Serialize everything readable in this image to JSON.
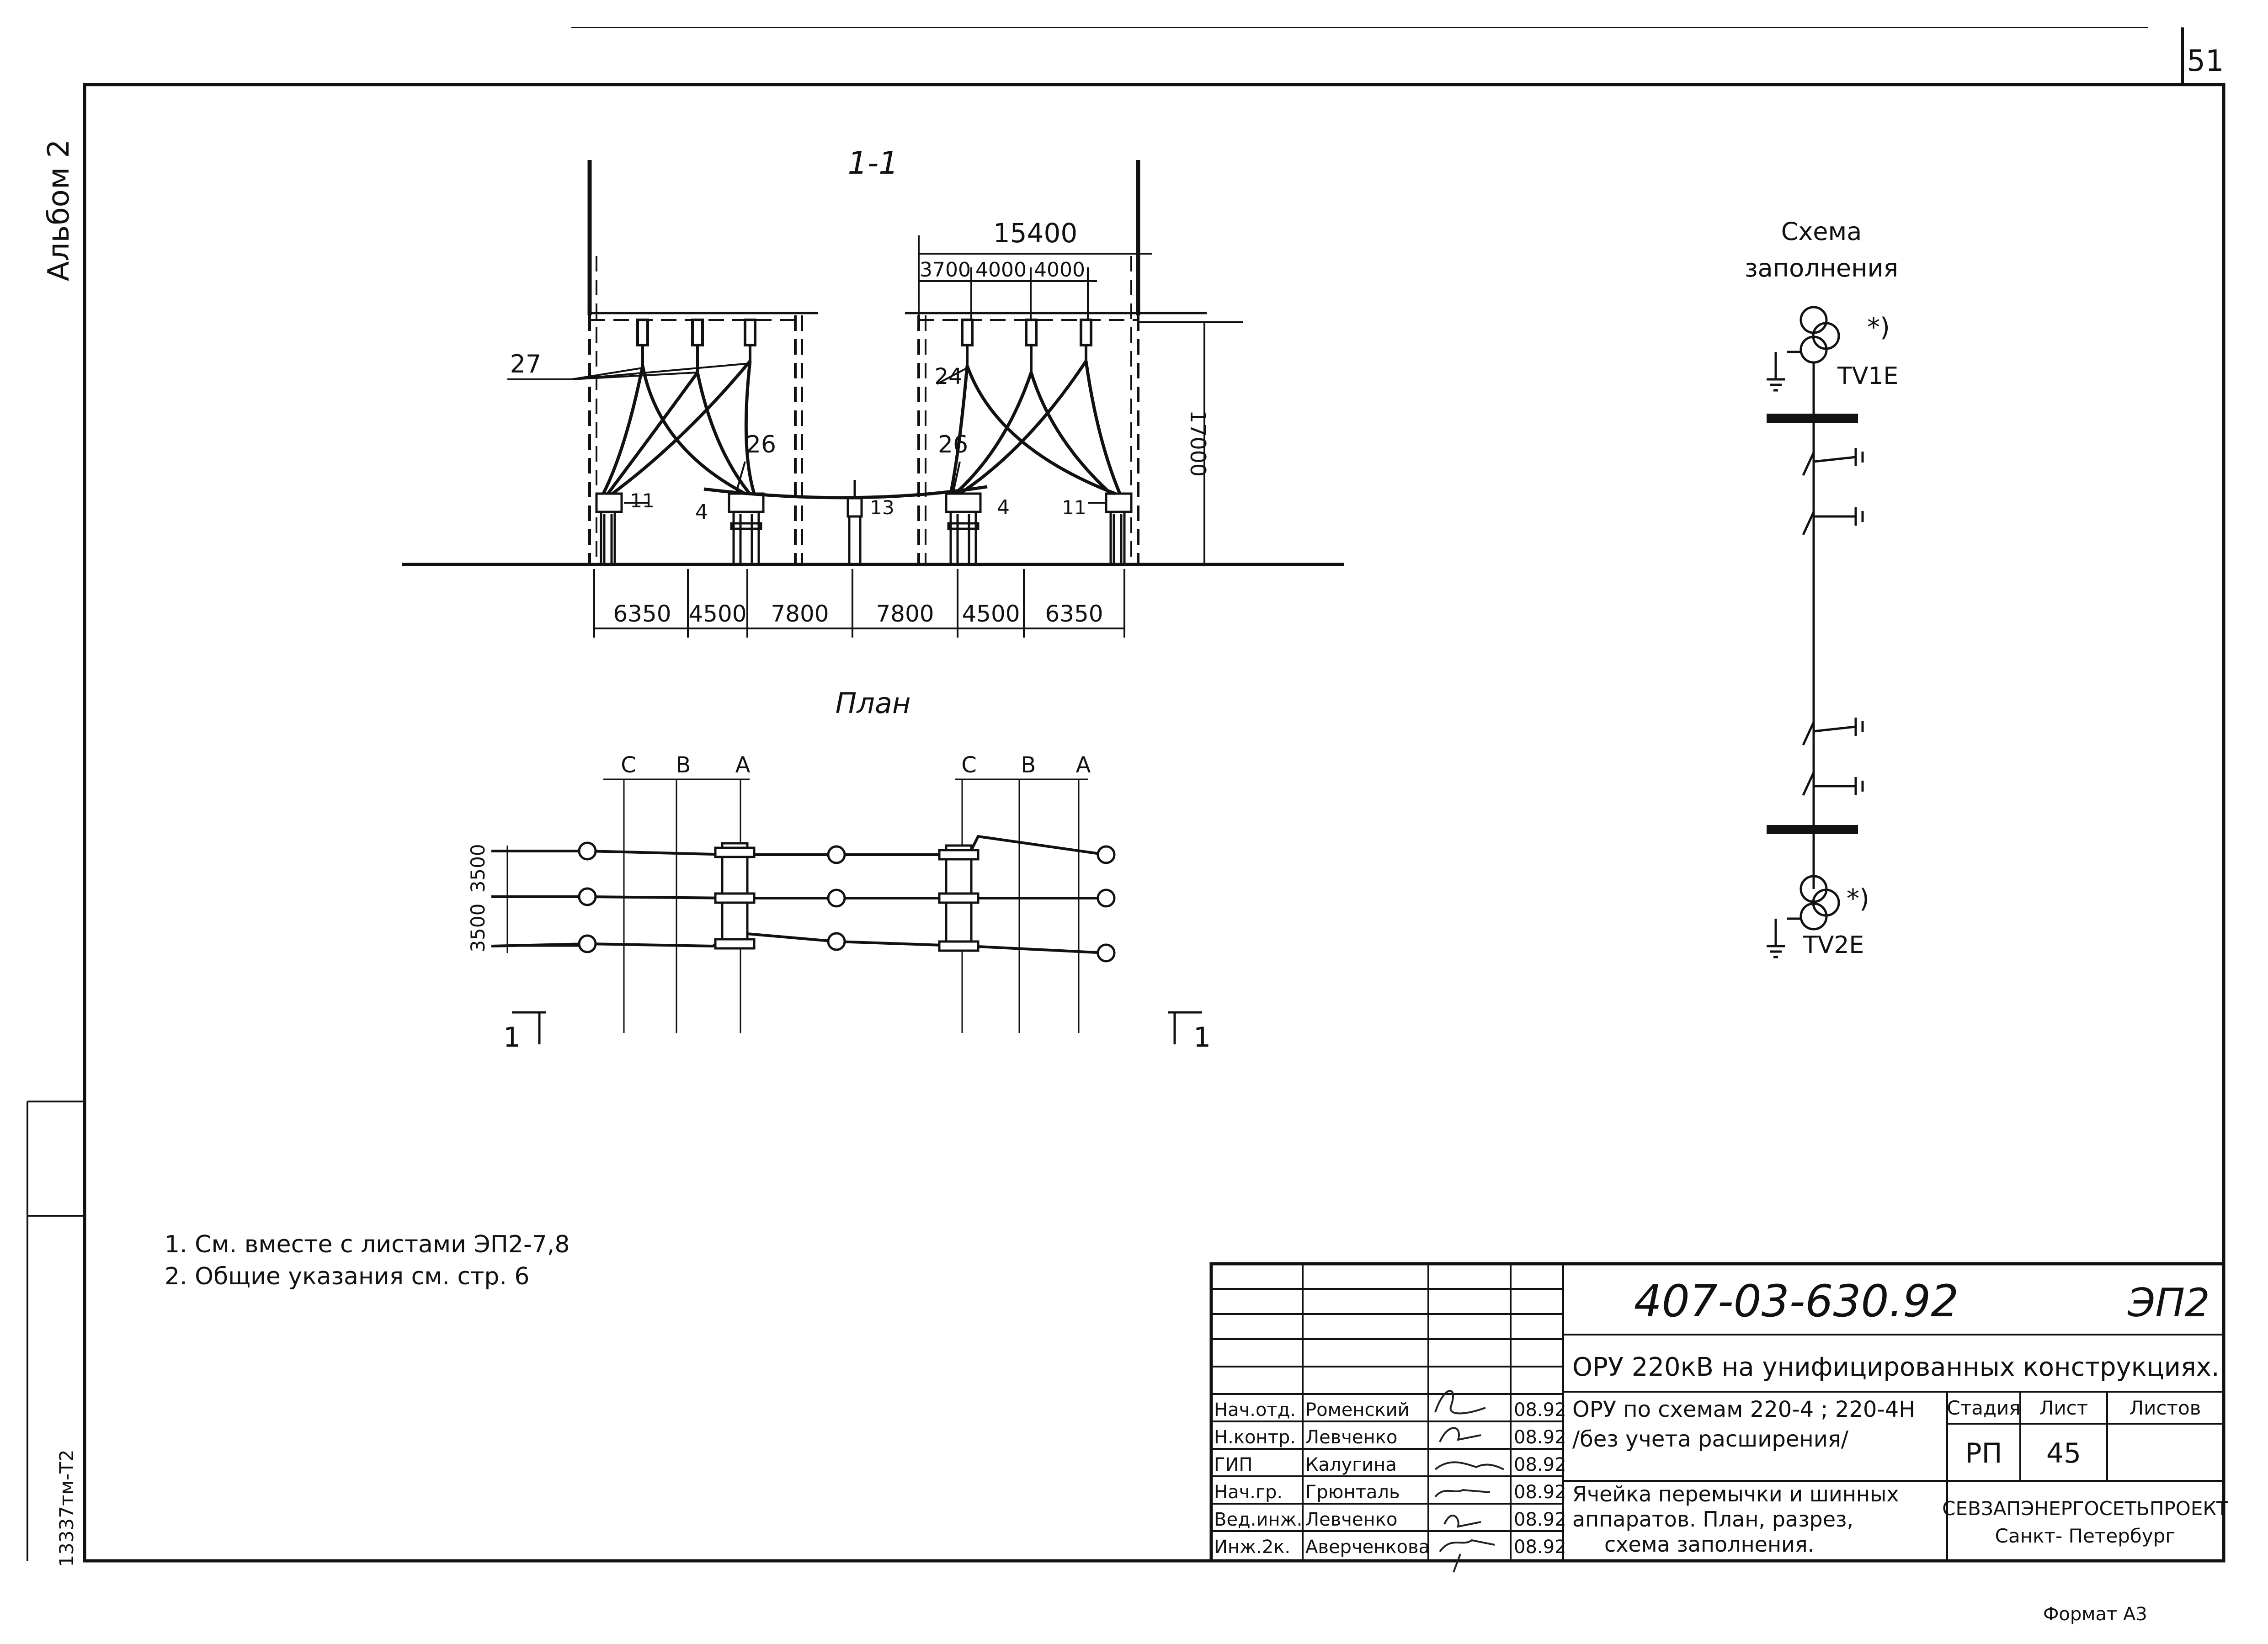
{
  "sheet": {
    "page_number": "51",
    "album_label": "Альбом 2",
    "inventory_no": "13337тм-Т2",
    "format_label": "Формат А3"
  },
  "section": {
    "title": "1-1",
    "overall_dim": "15400",
    "sub_dims": [
      "3700",
      "4000",
      "4000"
    ],
    "height_dim": "17000",
    "bottom_dims": [
      "6350",
      "4500",
      "7800",
      "7800",
      "4500",
      "6350"
    ],
    "callouts": [
      "27",
      "24",
      "26",
      "26",
      "11",
      "4",
      "13",
      "4",
      "11"
    ]
  },
  "plan": {
    "title": "План",
    "left_phases": [
      "С",
      "В",
      "А"
    ],
    "right_phases": [
      "С",
      "В",
      "А"
    ],
    "side_dims": [
      "3500",
      "3500"
    ],
    "cut_marks": [
      "1",
      "1"
    ]
  },
  "scheme": {
    "title_line1": "Схема",
    "title_line2": "заполнения",
    "tv_top": "TV1E",
    "tv_bottom": "TV2E",
    "asterisk_top": "*)",
    "asterisk_bottom": "*)"
  },
  "notes": [
    "1. См. вместе с листами ЭП2-7,8",
    "2. Общие указания см. стр. 6"
  ],
  "title_block": {
    "doc_code": "407-03-630.92",
    "sheet_code": "ЭП2",
    "project_title": "ОРУ 220кВ на унифицированных конструкциях.",
    "subtitle_line1": "ОРУ по схемам 220-4 ; 220-4Н",
    "subtitle_line2": "/без учета расширения/",
    "drawing_title_line1": "Ячейка перемычки и шинных",
    "drawing_title_line2": "аппаратов. План, разрез,",
    "drawing_title_line3": "схема заполнения.",
    "stage_header": "Стадия",
    "sheet_header": "Лист",
    "sheets_header": "Листов",
    "stage_value": "РП",
    "sheet_value": "45",
    "sheets_value": "",
    "organization_line1": "СЕВЗАПЭНЕРГОСЕТЬПРОЕКТ",
    "organization_line2": "Санкт- Петербург",
    "staff": [
      {
        "role": "Нач.отд.",
        "name": "Роменский",
        "date": "08.92"
      },
      {
        "role": "Н.контр.",
        "name": "Левченко",
        "date": "08.92"
      },
      {
        "role": "ГИП",
        "name": "Калугина",
        "date": "08.92"
      },
      {
        "role": "Нач.гр.",
        "name": "Грюнталь",
        "date": "08.92"
      },
      {
        "role": "Вед.инж.",
        "name": "Левченко",
        "date": "08.92"
      },
      {
        "role": "Инж.2к.",
        "name": "Аверченкова",
        "date": "08.92"
      }
    ]
  }
}
